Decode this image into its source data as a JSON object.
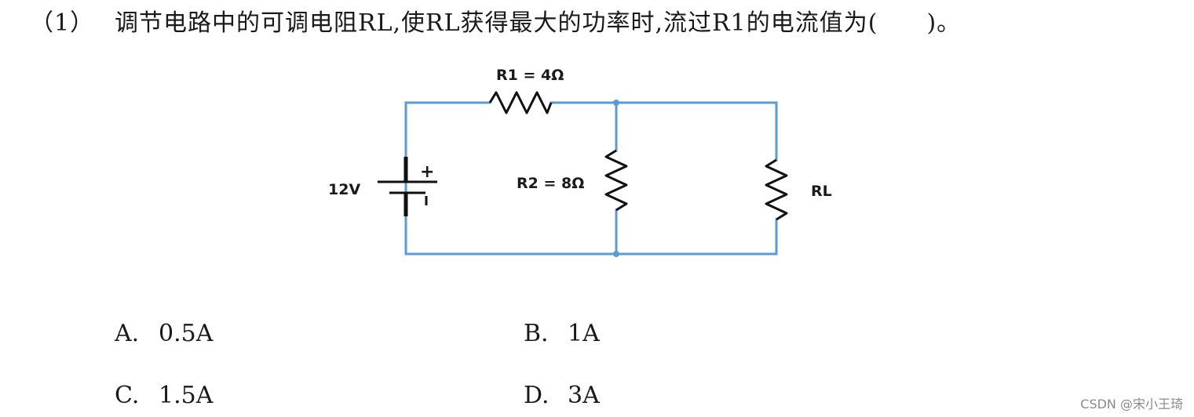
{
  "question": {
    "number": "（1）",
    "text": "调节电路中的可调电阻RL,使RL获得最大的功率时,流过R1的电流值为(　　)。"
  },
  "circuit": {
    "source_label": "12V",
    "plus_sign": "+",
    "r1_label": "R1 = 4Ω",
    "r2_label": "R2 = 8Ω",
    "rl_label": "RL",
    "wire_color": "#5b9bd5",
    "component_color": "#111111"
  },
  "options": [
    {
      "letter": "A.",
      "value": "0.5A"
    },
    {
      "letter": "B.",
      "value": "1A"
    },
    {
      "letter": "C.",
      "value": "1.5A"
    },
    {
      "letter": "D.",
      "value": "3A"
    }
  ],
  "watermark": "CSDN @宋小王琦"
}
